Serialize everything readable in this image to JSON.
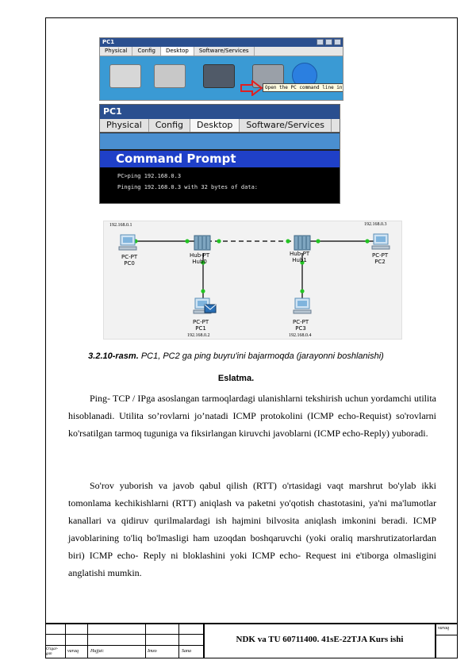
{
  "shot1": {
    "window_title": "PC1",
    "tabs": [
      "Physical",
      "Config",
      "Desktop",
      "Software/Services"
    ],
    "tooltip": "Open the PC command line interface."
  },
  "shot2": {
    "window_title": "PC1",
    "tabs": [
      "Physical",
      "Config",
      "Desktop",
      "Software/Services"
    ],
    "cmd_title": "Command Prompt",
    "lines": [
      "PC>ping 192.168.0.3",
      "Pinging 192.168.0.3 with 32 bytes of data:"
    ]
  },
  "topology": {
    "ip_pc0": "192.168.0.1",
    "ip_pc2": "192.168.0.3",
    "ip_pc1": "192.168.0.2",
    "ip_pc3": "192.168.0.4",
    "pc0_type": "PC-PT",
    "pc0_name": "PC0",
    "pc1_type": "PC-PT",
    "pc1_name": "PC1",
    "pc2_type": "PC-PT",
    "pc2_name": "PC2",
    "pc3_type": "PC-PT",
    "pc3_name": "PC3",
    "hub0_type": "Hub-PT",
    "hub0_name": "Hub0",
    "hub1_type": "Hub-PT",
    "hub1_name": "Hub1"
  },
  "caption": {
    "number": "3.2.10-rasm.",
    "text": "PC1, PC2 ga ping buyru'ini bajarmoqda (jarayonni boshlanishi)"
  },
  "heading": "Eslatma.",
  "paragraphs": [
    "Ping- TCP / IPga  asoslangan tarmoqlardagi ulanishlarni tekshirish uchun yordamchi utilita  hisoblanadi. Utilita so’rovlarni jo’natadi ICMP protokolini (ICMP echo-Requist) so'rovlarni ko'rsatilgan tarmoq tuguniga va fiksirlangan kiruvchi javoblarni (ICMP echo-Reply) yuboradi.",
    "So'rov yuborish va javob qabul qilish (RTT) o'rtasidagi vaqt marshrut bo'ylab ikki tomonlama kechikishlarni (RTT) aniqlash va paketni yo'qotish chastotasini, ya'ni ma'lumotlar kanallari va qidiruv qurilmalardagi ish hajmini bilvosita aniqlash imkonini beradi. ICMP javoblarining to'liq bo'lmasligi ham uzoqdan boshqaruvchi (yoki oraliq marshrutizatorlardan biri) ICMP echo- Reply ni bloklashini yoki ICMP echo- Request ini e'tiborga olmasligini anglatishi mumkin."
  ],
  "footer": {
    "title": "NDK va TU  60711400. 41sE-22TJA Kurs ishi",
    "varaq_right": "varaq",
    "ozgargan": "O'zgar-",
    "ozgargan2": "gan",
    "varaq": "varaq",
    "hujjat": "Hujjat:",
    "imzo": "Imzo",
    "sana": "Sana"
  }
}
